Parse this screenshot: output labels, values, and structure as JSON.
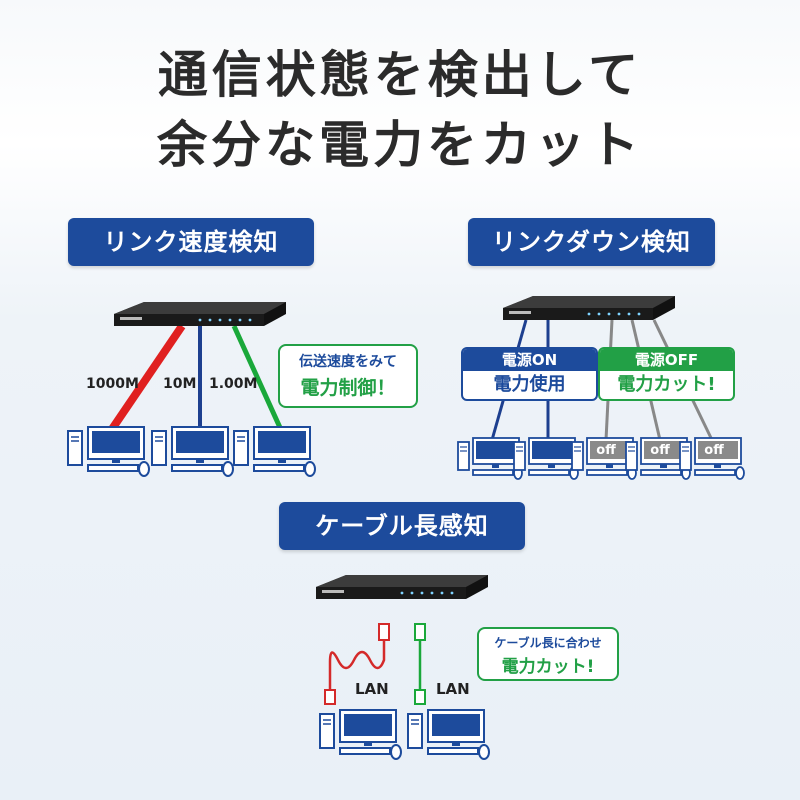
{
  "headline": {
    "line1": "通信状態を検出して",
    "line2": "余分な電力をカット"
  },
  "sections": {
    "speed": {
      "label": "リンク速度検知",
      "speeds": [
        "1000M",
        "10M",
        "1.00M"
      ],
      "callout_line1": "伝送速度をみて",
      "callout_line2": "電力制御！",
      "cable_colors": [
        "#e02020",
        "#1d3f8f",
        "#1aa83a"
      ]
    },
    "linkdown": {
      "label": "リンクダウン検知",
      "on_header": "電源ON",
      "on_body": "電力使用",
      "off_header": "電源OFF",
      "off_body": "電力カット!",
      "off_text": "off"
    },
    "cable": {
      "label": "ケーブル長感知",
      "lan_left": "LAN",
      "lan_right": "LAN",
      "callout_line1": "ケーブル長に合わせ",
      "callout_line2": "電力カット!"
    }
  },
  "colors": {
    "navy": "#1d4b9c",
    "green": "#22a046",
    "red": "#e02020",
    "switch_body": "#2a2a2a"
  }
}
